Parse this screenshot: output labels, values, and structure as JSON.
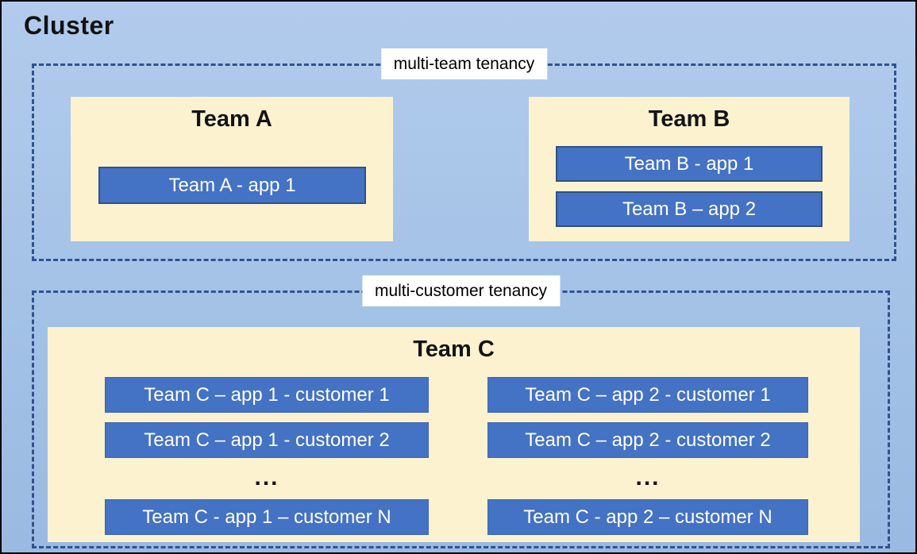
{
  "cluster": {
    "title": "Cluster"
  },
  "multi_team": {
    "label": "multi-team tenancy",
    "team_a": {
      "title": "Team A",
      "app1": "Team A - app 1"
    },
    "team_b": {
      "title": "Team B",
      "app1": "Team B - app 1",
      "app2": "Team B – app 2"
    }
  },
  "multi_customer": {
    "label": "multi-customer tenancy",
    "team_c": {
      "title": "Team C",
      "col1": {
        "app_customer1": "Team C – app 1 - customer 1",
        "app_customer2": "Team C – app 1 - customer 2",
        "ellipsis": "...",
        "app_customerN": "Team C - app 1 – customer N"
      },
      "col2": {
        "app_customer1": "Team C – app 2 - customer 1",
        "app_customer2": "Team C – app 2 - customer 2",
        "ellipsis": "...",
        "app_customerN": "Team C - app 2 – customer N"
      }
    }
  },
  "colors": {
    "background_blue_top": "#b2cbec",
    "background_blue_bottom": "#9abae1",
    "panel_cream": "#fdf2cf",
    "app_fill_blue": "#4472c4",
    "app_border_dark_blue": "#2f5186",
    "dashed_border_navy": "#2f5291",
    "outer_border": "#000000",
    "label_background": "#ffffff",
    "app_text": "#ffffff",
    "title_text": "#121212"
  }
}
